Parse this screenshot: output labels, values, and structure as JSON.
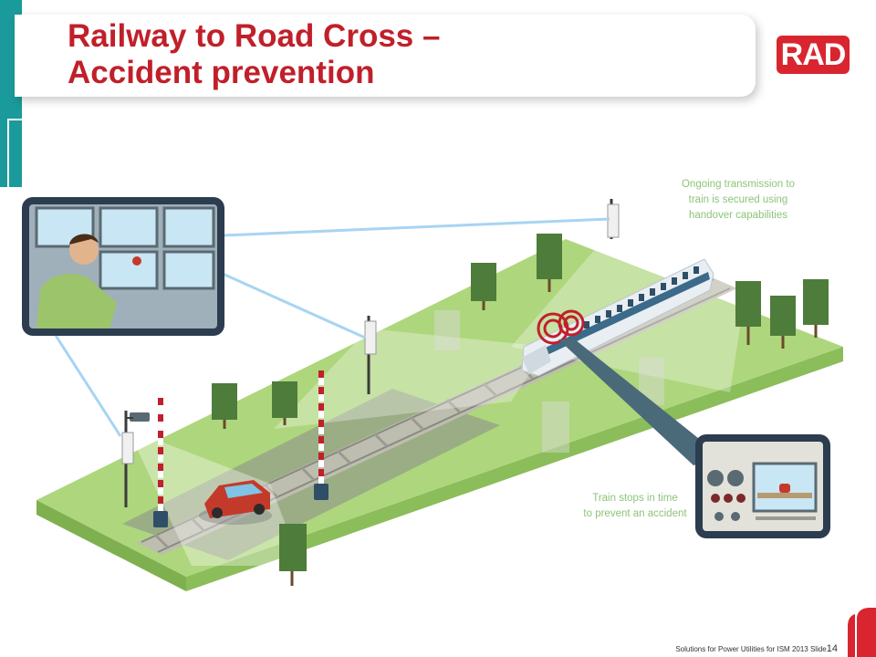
{
  "slide": {
    "title_line1": "Railway to Road Cross –",
    "title_line2": "Accident prevention",
    "logo_text": "RAD",
    "note_top": [
      "Ongoing transmission to",
      "train is secured using",
      "handover capabilities"
    ],
    "note_bottom": [
      "Train  stops  in time",
      "to prevent  an accident"
    ],
    "footer_text": "Solutions for Power Utilities for ISM 2013  Slide",
    "slide_number": "14"
  },
  "colors": {
    "brand_red": "#c0202a",
    "logo_red": "#d9252f",
    "accent_teal": "#1a9a9a",
    "grass": "#aed67d",
    "note_green": "#8cc47a",
    "link_blue": "#a8d4f2"
  },
  "icons": [
    "camera-icon",
    "alarm-rings-icon",
    "control-panel-icon",
    "crossing-barrier-icon"
  ]
}
